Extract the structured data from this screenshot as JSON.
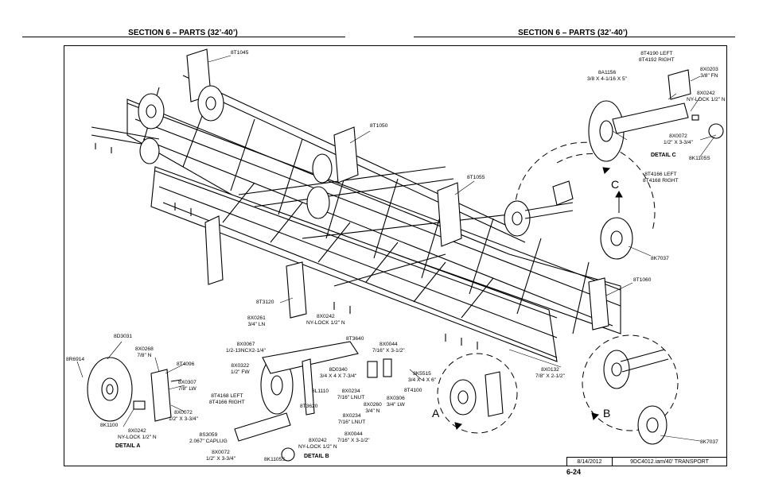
{
  "header": {
    "left_title": "SECTION 6 – PARTS (32’-40’)",
    "right_title": "SECTION 6 – PARTS (32’-40’)"
  },
  "labels": {
    "p8T1045": "8T1045",
    "p8T1050": "8T1050",
    "p8T1055": "8T1055",
    "p8T1060": "8T1060",
    "p8T3120": "8T3120",
    "p8K7037_top": "8K7037",
    "p8K7037_bottom": "8K7037",
    "p8D3031": "8D3031",
    "p8R6914": "8R6914",
    "p8X0268": [
      "8X0268",
      "7/8\" N"
    ],
    "p8T4096": "8T4096",
    "p8X0307": [
      "8X0307",
      "7/8\" LW"
    ],
    "p8X0072_a": [
      "8X0072",
      "1/2\" X 3-3/4\""
    ],
    "p8K1100": "8K1100",
    "p8X0242_a": [
      "8X0242",
      "NY-LOCK 1/2\" N"
    ],
    "p8X0261": [
      "8X0261",
      "3/4\" LN"
    ],
    "p8X0067": [
      "8X0067",
      "1/2-13NCX2-1/4\""
    ],
    "p8X0322": [
      "8X0322",
      "1/2\" FW"
    ],
    "p8T4168_b": [
      "8T4168   LEFT",
      "8T4166 RIGHT"
    ],
    "p8S3059": [
      "8S3059",
      "2.067\" CAPLUG"
    ],
    "p8X0072_b": [
      "8X0072",
      "1/2\" X 3-3/4\""
    ],
    "p8K1105S_b": "8K1105S",
    "p8X0242_b": [
      "8X0242",
      "NY-LOCK 1/2\" N"
    ],
    "p8X0242_c": [
      "8X0242",
      "NY-LOCK 1/2\" N"
    ],
    "p8T3640": "8T3640",
    "p8X0044_a": [
      "8X0044",
      "7/16\" X 3-1/2\""
    ],
    "p8D0340": [
      "8D0340",
      "3/4 X 4 X 7-3/4\""
    ],
    "p8L1110": "8L1110",
    "p8X0234_a": [
      "8X0234",
      "7/16\" LNUT"
    ],
    "p8X0260": [
      "8X0260",
      "3/4\" N"
    ],
    "p8X0306": [
      "8X0306",
      "3/4\" LW"
    ],
    "p8T3620": "8T3620",
    "p8X0234_b": [
      "8X0234",
      "7/16\" LNUT"
    ],
    "p8X0044_b": [
      "8X0044",
      "7/16\" X 3-1/2\""
    ],
    "p8K5515": [
      "8K5515",
      "3/4 X 4 X 6\""
    ],
    "p8T4100": "8T4100",
    "p8X0132": [
      "8X0132",
      "7/8\" X 2-1/2\""
    ],
    "p8T4190": [
      "8T4190    LEFT",
      "8T4192 RIGHT"
    ],
    "p8A1156": [
      "8A1156",
      "3/8 X 4-1/16 X 5\""
    ],
    "p8X0203": [
      "8X0203",
      "3/8\" FN"
    ],
    "p8X0242_d": [
      "8X0242",
      "NY-LOCK 1/2\" N"
    ],
    "p8X0072_c": [
      "8X0072",
      "1/2\" X 3-3/4\""
    ],
    "p8K1105S_c": "8K1105S",
    "p8T4166_c": [
      "8T4166    LEFT",
      "8T4168 RIGHT"
    ]
  },
  "details": {
    "a": "DETAIL  A",
    "b": "DETAIL  B",
    "c": "DETAIL  C",
    "letter_a": "A",
    "letter_b": "B",
    "letter_c": "C"
  },
  "title_block": {
    "date": "8/14/2012",
    "file": "9DC4012.iam/40' TRANSPORT"
  },
  "page_number": "6-24"
}
